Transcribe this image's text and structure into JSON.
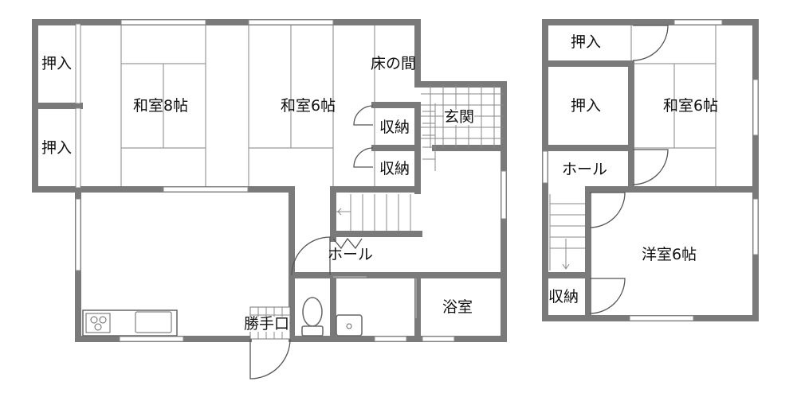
{
  "rooms": {
    "oshiire_1": "押入",
    "oshiire_2": "押入",
    "washitsu_8": "和室8帖",
    "washitsu_6_a": "和室6帖",
    "tokonoma": "床の間",
    "shuno_1": "収納",
    "shuno_2": "収納",
    "genkan": "玄関",
    "hall_1": "ホール",
    "katteguchi": "勝手口",
    "yokushitsu": "浴室",
    "oshiire_3": "押入",
    "oshiire_4": "押入",
    "washitsu_6_b": "和室6帖",
    "hall_2": "ホール",
    "yoshitsu_6": "洋室6帖",
    "shuno_3": "収納"
  }
}
